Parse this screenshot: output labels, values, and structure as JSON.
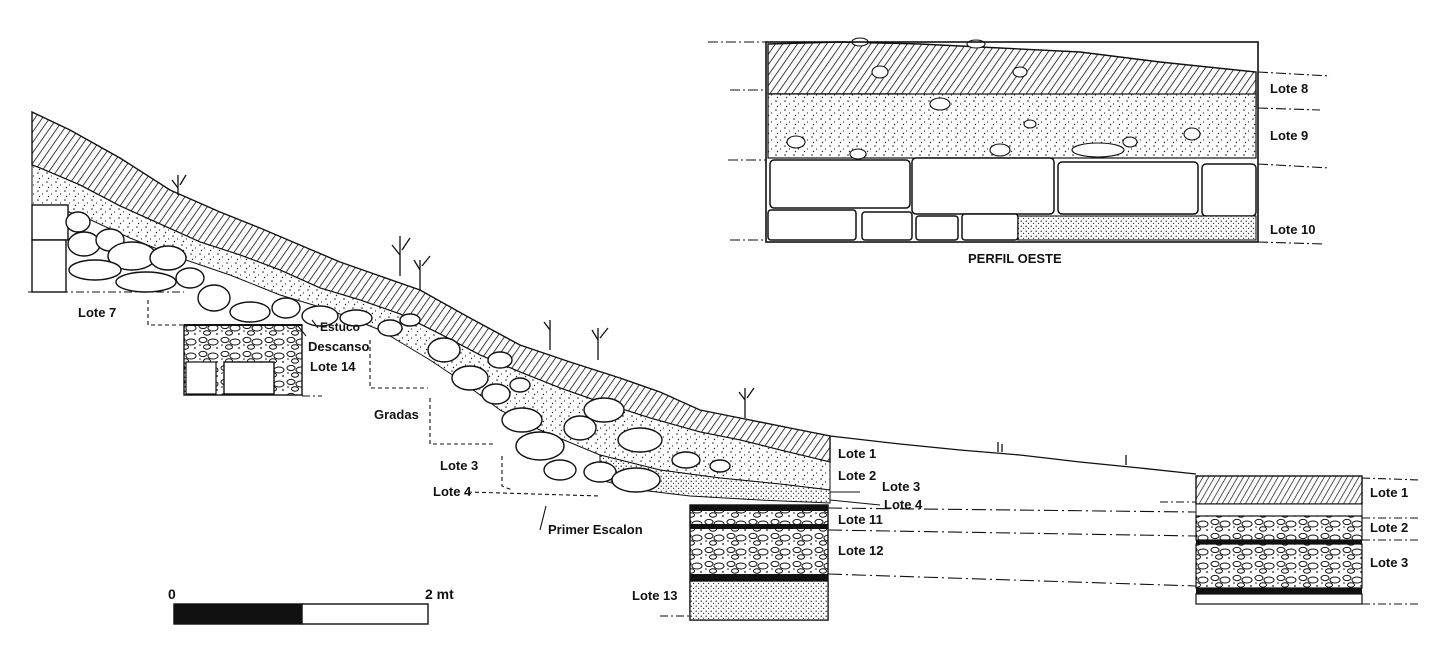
{
  "main_section": {
    "lotes": {
      "lote7": "Lote 7",
      "lote14": "Lote 14",
      "lote3": "Lote 3",
      "lote4": "Lote 4",
      "lote1": "Lote 1",
      "lote2": "Lote 2",
      "lote3b": "Lote 3",
      "lote4b": "Lote 4",
      "lote11": "Lote 11",
      "lote12": "Lote 12",
      "lote13": "Lote 13"
    },
    "features": {
      "estuco": "Estuco",
      "descanso": "Descanso",
      "gradas": "Gradas",
      "primer_escalon": "Primer Escalon"
    }
  },
  "right_section": {
    "lote1": "Lote 1",
    "lote2": "Lote 2",
    "lote3": "Lote 3"
  },
  "perfil_oeste": {
    "title": "PERFIL OESTE",
    "lote8": "Lote 8",
    "lote9": "Lote 9",
    "lote10": "Lote 10"
  },
  "scale_bar": {
    "start": "0",
    "end": "2 mt"
  }
}
